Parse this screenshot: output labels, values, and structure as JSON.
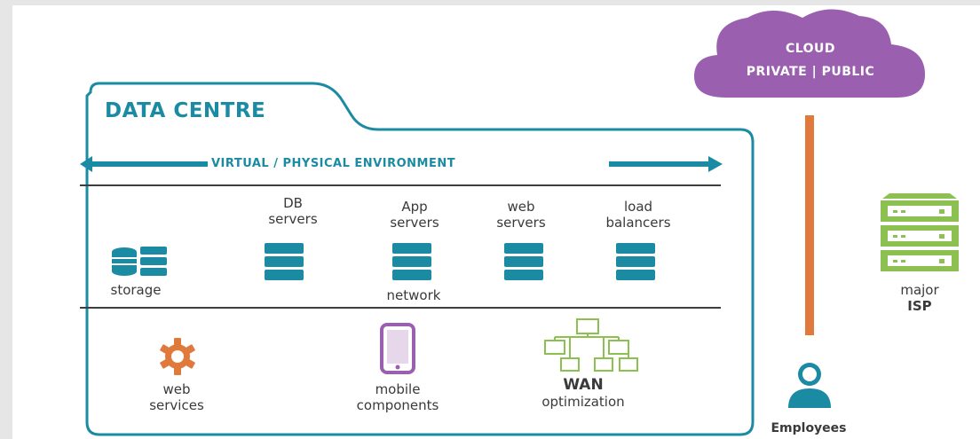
{
  "data_centre": {
    "title": "DATA CENTRE",
    "environment_label": "VIRTUAL / PHYSICAL ENVIRONMENT",
    "servers": [
      {
        "line1": "DB",
        "line2": "servers"
      },
      {
        "line1": "App",
        "line2": "servers"
      },
      {
        "line1": "web",
        "line2": "servers"
      },
      {
        "line1": "load",
        "line2": "balancers"
      }
    ],
    "storage_label": "storage",
    "network_label": "network",
    "services": [
      {
        "line1": "web",
        "line2": "services",
        "icon": "gear-icon"
      },
      {
        "line1": "mobile",
        "line2": "components",
        "icon": "mobile-phone-icon"
      },
      {
        "line1": "WAN",
        "line2": "optimization",
        "icon": "network-tree-icon"
      }
    ]
  },
  "cloud": {
    "line1": "CLOUD",
    "line2": "PRIVATE | PUBLIC"
  },
  "isp": {
    "line1": "major",
    "line2": "ISP"
  },
  "employees": {
    "label": "Employees"
  },
  "colors": {
    "teal": "#1b8ba3",
    "purple": "#9b5fb0",
    "orange": "#e07a3c",
    "green": "#8cc152",
    "text": "#3a3a3a"
  }
}
